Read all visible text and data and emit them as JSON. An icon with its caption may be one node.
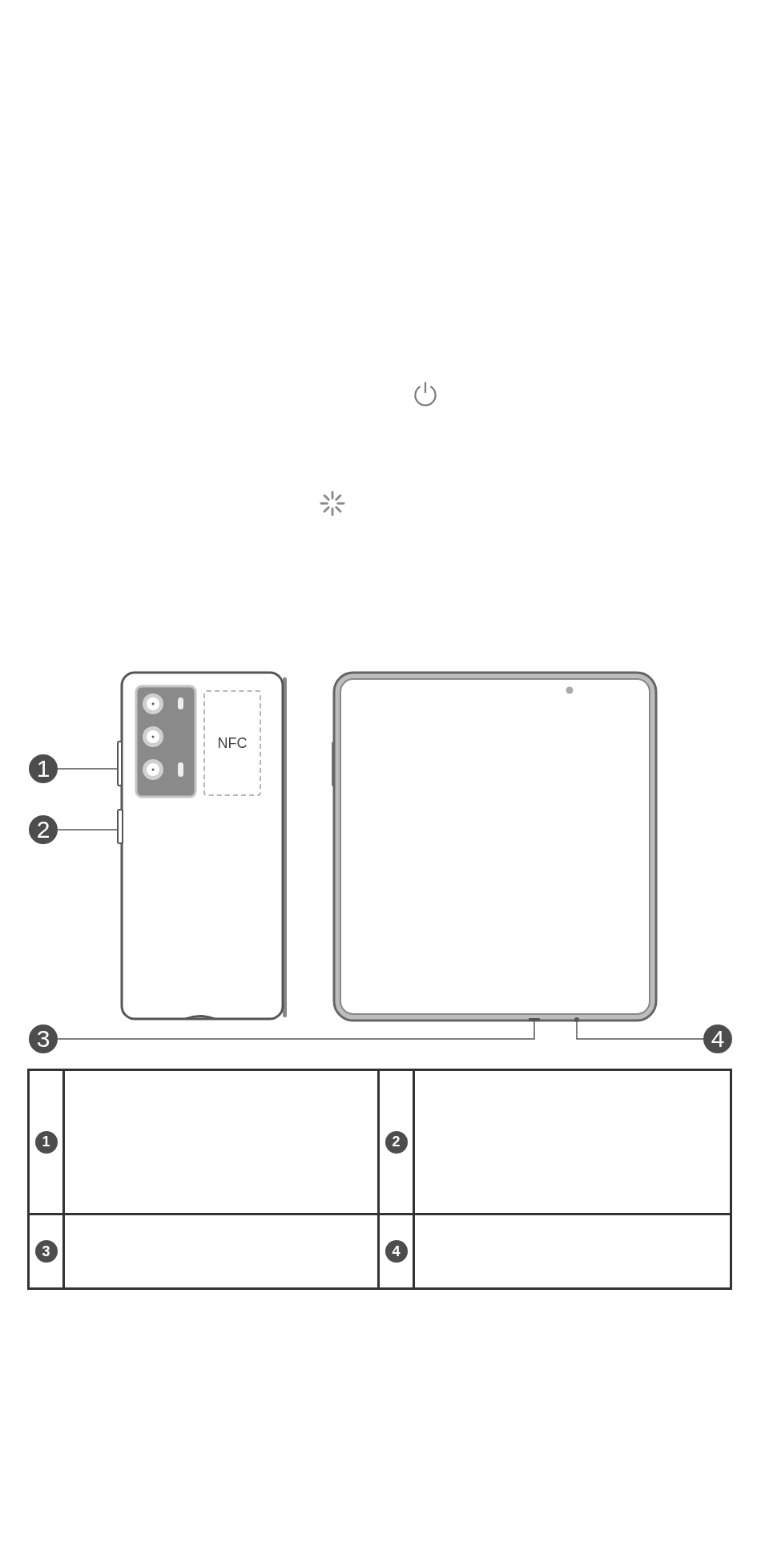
{
  "diagram": {
    "nodes": [
      {
        "text": [
          "NFC"
        ]
      },
      {
        "text": [
          "1"
        ]
      },
      {
        "text": [],
        "shape": "bar"
      },
      {
        "text": [
          "2"
        ]
      },
      {
        "text": [],
        "shape": "bar"
      },
      {
        "text": [
          "3"
        ]
      },
      {
        "text": [
          "4"
        ]
      },
      {
        "text": [],
        "shape": "box"
      },
      {
        "text": [],
        "shape": "circle"
      }
    ],
    "edges": [
      {
        "from": 1,
        "to": 2,
        "arrow": "none"
      },
      {
        "from": 3,
        "to": 4,
        "arrow": "none"
      },
      {
        "from": 5,
        "to": 7,
        "arrow": "none"
      },
      {
        "from": 6,
        "to": 8,
        "arrow": "none"
      }
    ],
    "labels": [
      "1",
      "2",
      "3",
      "4"
    ]
  }
}
